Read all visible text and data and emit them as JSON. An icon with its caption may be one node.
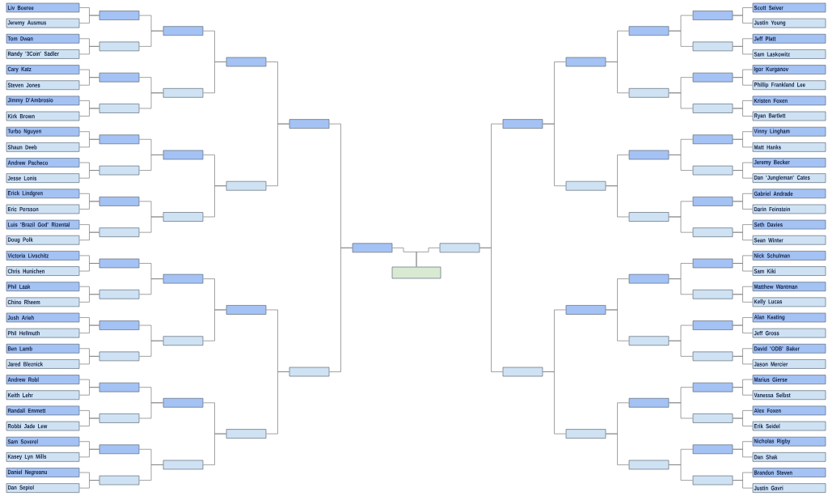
{
  "diagram": {
    "nodes": [
      {
        "text": [
          "Liv Boeree"
        ]
      },
      {
        "text": [
          "Jeremy Ausmus"
        ]
      },
      {
        "text": [
          "Tom Dwan"
        ]
      },
      {
        "text": [
          "Randy '3Coin' Sadler"
        ]
      },
      {
        "text": [
          "Cary Katz"
        ]
      },
      {
        "text": [
          "Steven Jones"
        ]
      },
      {
        "text": [
          "Jimmy D'Ambrosio"
        ]
      },
      {
        "text": [
          "Kirk Brown"
        ]
      },
      {
        "text": [
          "Turbo Nguyen"
        ]
      },
      {
        "text": [
          "Shaun Deeb"
        ]
      },
      {
        "text": [
          "Andrew Pacheco"
        ]
      },
      {
        "text": [
          "Jesse Lonis"
        ]
      },
      {
        "text": [
          "Erick Lindgren"
        ]
      },
      {
        "text": [
          "Eric Persson"
        ]
      },
      {
        "text": [
          "Luis 'Brazil God' Rizental"
        ]
      },
      {
        "text": [
          "Doug Polk"
        ]
      },
      {
        "text": [
          "Victoria Livschitz"
        ]
      },
      {
        "text": [
          "Chris Hunichen"
        ]
      },
      {
        "text": [
          "Phil Laak"
        ]
      },
      {
        "text": [
          "Chino Rheem"
        ]
      },
      {
        "text": [
          "Josh Arieh"
        ]
      },
      {
        "text": [
          "Phil Hellmuth"
        ]
      },
      {
        "text": [
          "Ben Lamb"
        ]
      },
      {
        "text": [
          "Jared Bleznick"
        ]
      },
      {
        "text": [
          "Andrew Robl"
        ]
      },
      {
        "text": [
          "Keith Lehr"
        ]
      },
      {
        "text": [
          "Randall Emmett"
        ]
      },
      {
        "text": [
          "Robbi Jade Lew"
        ]
      },
      {
        "text": [
          "Sam Soverel"
        ]
      },
      {
        "text": [
          "Kasey Lyn Mills"
        ]
      },
      {
        "text": [
          "Daniel Negreanu"
        ]
      },
      {
        "text": [
          "Dan Sepiol"
        ]
      },
      {
        "text": [],
        "shape": "box"
      },
      {
        "text": [],
        "shape": "box"
      },
      {
        "text": [],
        "shape": "box"
      },
      {
        "text": [],
        "shape": "box"
      },
      {
        "text": [],
        "shape": "box"
      },
      {
        "text": [],
        "shape": "box"
      },
      {
        "text": [],
        "shape": "box"
      },
      {
        "text": [],
        "shape": "box"
      },
      {
        "text": [],
        "shape": "box"
      },
      {
        "text": [],
        "shape": "box"
      },
      {
        "text": [],
        "shape": "box"
      },
      {
        "text": [],
        "shape": "box"
      },
      {
        "text": [],
        "shape": "box"
      },
      {
        "text": [],
        "shape": "box"
      },
      {
        "text": [],
        "shape": "box"
      },
      {
        "text": [],
        "shape": "box"
      },
      {
        "text": [],
        "shape": "box"
      },
      {
        "text": [],
        "shape": "box"
      },
      {
        "text": [],
        "shape": "box"
      },
      {
        "text": [],
        "shape": "box"
      },
      {
        "text": [],
        "shape": "box"
      },
      {
        "text": [],
        "shape": "box"
      },
      {
        "text": [],
        "shape": "box"
      },
      {
        "text": [],
        "shape": "box"
      },
      {
        "text": [],
        "shape": "box"
      },
      {
        "text": [],
        "shape": "box"
      },
      {
        "text": [],
        "shape": "box"
      },
      {
        "text": [],
        "shape": "box"
      },
      {
        "text": [],
        "shape": "box"
      },
      {
        "text": [],
        "shape": "box"
      },
      {
        "text": [],
        "shape": "box"
      },
      {
        "text": [
          "Scott Seiver"
        ]
      },
      {
        "text": [
          "Justin Young"
        ]
      },
      {
        "text": [
          "Jeff Platt"
        ]
      },
      {
        "text": [
          "Sam Laskowitz"
        ]
      },
      {
        "text": [
          "Igor Kurganov"
        ]
      },
      {
        "text": [
          "Phillip Frankland Lee"
        ]
      },
      {
        "text": [
          "Kristen Foxen"
        ]
      },
      {
        "text": [
          "Ryan Bartlett"
        ]
      },
      {
        "text": [
          "Vinny Lingham"
        ]
      },
      {
        "text": [
          "Matt Hanks"
        ]
      },
      {
        "text": [
          "Jeremy Becker"
        ]
      },
      {
        "text": [
          "Dan 'Jungleman' Cates"
        ]
      },
      {
        "text": [
          "Gabriel Andrade"
        ]
      },
      {
        "text": [
          "Darin Feinstein"
        ]
      },
      {
        "text": [
          "Seth Davies"
        ]
      },
      {
        "text": [
          "Sean Winter"
        ]
      },
      {
        "text": [
          "Nick Schulman"
        ]
      },
      {
        "text": [
          "Sam Kiki"
        ]
      },
      {
        "text": [
          "Matthew Wantman"
        ]
      },
      {
        "text": [
          "Kelly Lucas"
        ]
      },
      {
        "text": [
          "Alan Keating"
        ]
      },
      {
        "text": [
          "Jeff Gross"
        ]
      },
      {
        "text": [
          "David 'ODB' Baker"
        ]
      },
      {
        "text": [
          "Jason Mercier"
        ]
      },
      {
        "text": [
          "Marius Gierse"
        ]
      },
      {
        "text": [
          "Vanessa Selbst"
        ]
      },
      {
        "text": [
          "Alex Foxen"
        ]
      },
      {
        "text": [
          "Erik Seidel"
        ]
      },
      {
        "text": [
          "Nicholas Rigby"
        ]
      },
      {
        "text": [
          "Dan Shak"
        ]
      },
      {
        "text": [
          "Brandon Steven"
        ]
      },
      {
        "text": [
          "Justin Gavri"
        ]
      },
      {
        "text": [],
        "shape": "box"
      },
      {
        "text": [],
        "shape": "box"
      },
      {
        "text": [],
        "shape": "box"
      },
      {
        "text": [],
        "shape": "box"
      },
      {
        "text": [],
        "shape": "box"
      },
      {
        "text": [],
        "shape": "box"
      },
      {
        "text": [],
        "shape": "box"
      },
      {
        "text": [],
        "shape": "box"
      },
      {
        "text": [],
        "shape": "box"
      },
      {
        "text": [],
        "shape": "box"
      },
      {
        "text": [],
        "shape": "box"
      },
      {
        "text": [],
        "shape": "box"
      },
      {
        "text": [],
        "shape": "box"
      },
      {
        "text": [],
        "shape": "box"
      },
      {
        "text": [],
        "shape": "box"
      },
      {
        "text": [],
        "shape": "box"
      },
      {
        "text": [],
        "shape": "box"
      },
      {
        "text": [],
        "shape": "box"
      },
      {
        "text": [],
        "shape": "box"
      },
      {
        "text": [],
        "shape": "box"
      },
      {
        "text": [],
        "shape": "box"
      },
      {
        "text": [],
        "shape": "box"
      },
      {
        "text": [],
        "shape": "box"
      },
      {
        "text": [],
        "shape": "box"
      },
      {
        "text": [],
        "shape": "box"
      },
      {
        "text": [],
        "shape": "box"
      },
      {
        "text": [],
        "shape": "box"
      },
      {
        "text": [],
        "shape": "box"
      },
      {
        "text": [],
        "shape": "box"
      },
      {
        "text": [],
        "shape": "box"
      },
      {
        "text": [],
        "shape": "box"
      },
      {
        "text": [],
        "shape": "box"
      }
    ],
    "edges": [
      {
        "from": 0,
        "to": 32,
        "arrow": "none"
      },
      {
        "from": 1,
        "to": 32,
        "arrow": "none"
      },
      {
        "from": 2,
        "to": 33,
        "arrow": "none"
      },
      {
        "from": 3,
        "to": 33,
        "arrow": "none"
      },
      {
        "from": 4,
        "to": 34,
        "arrow": "none"
      },
      {
        "from": 5,
        "to": 34,
        "arrow": "none"
      },
      {
        "from": 6,
        "to": 35,
        "arrow": "none"
      },
      {
        "from": 7,
        "to": 35,
        "arrow": "none"
      },
      {
        "from": 8,
        "to": 36,
        "arrow": "none"
      },
      {
        "from": 9,
        "to": 36,
        "arrow": "none"
      },
      {
        "from": 10,
        "to": 37,
        "arrow": "none"
      },
      {
        "from": 11,
        "to": 37,
        "arrow": "none"
      },
      {
        "from": 12,
        "to": 38,
        "arrow": "none"
      },
      {
        "from": 13,
        "to": 38,
        "arrow": "none"
      },
      {
        "from": 14,
        "to": 39,
        "arrow": "none"
      },
      {
        "from": 15,
        "to": 39,
        "arrow": "none"
      },
      {
        "from": 16,
        "to": 40,
        "arrow": "none"
      },
      {
        "from": 17,
        "to": 40,
        "arrow": "none"
      },
      {
        "from": 18,
        "to": 41,
        "arrow": "none"
      },
      {
        "from": 19,
        "to": 41,
        "arrow": "none"
      },
      {
        "from": 20,
        "to": 42,
        "arrow": "none"
      },
      {
        "from": 21,
        "to": 42,
        "arrow": "none"
      },
      {
        "from": 22,
        "to": 43,
        "arrow": "none"
      },
      {
        "from": 23,
        "to": 43,
        "arrow": "none"
      },
      {
        "from": 24,
        "to": 44,
        "arrow": "none"
      },
      {
        "from": 25,
        "to": 44,
        "arrow": "none"
      },
      {
        "from": 26,
        "to": 45,
        "arrow": "none"
      },
      {
        "from": 27,
        "to": 45,
        "arrow": "none"
      },
      {
        "from": 28,
        "to": 46,
        "arrow": "none"
      },
      {
        "from": 29,
        "to": 46,
        "arrow": "none"
      },
      {
        "from": 30,
        "to": 47,
        "arrow": "none"
      },
      {
        "from": 31,
        "to": 47,
        "arrow": "none"
      },
      {
        "from": 32,
        "to": 48,
        "arrow": "none"
      },
      {
        "from": 33,
        "to": 48,
        "arrow": "none"
      },
      {
        "from": 34,
        "to": 49,
        "arrow": "none"
      },
      {
        "from": 35,
        "to": 49,
        "arrow": "none"
      },
      {
        "from": 36,
        "to": 50,
        "arrow": "none"
      },
      {
        "from": 37,
        "to": 50,
        "arrow": "none"
      },
      {
        "from": 38,
        "to": 51,
        "arrow": "none"
      },
      {
        "from": 39,
        "to": 51,
        "arrow": "none"
      },
      {
        "from": 40,
        "to": 52,
        "arrow": "none"
      },
      {
        "from": 41,
        "to": 52,
        "arrow": "none"
      },
      {
        "from": 42,
        "to": 53,
        "arrow": "none"
      },
      {
        "from": 43,
        "to": 53,
        "arrow": "none"
      },
      {
        "from": 44,
        "to": 54,
        "arrow": "none"
      },
      {
        "from": 45,
        "to": 54,
        "arrow": "none"
      },
      {
        "from": 46,
        "to": 55,
        "arrow": "none"
      },
      {
        "from": 47,
        "to": 55,
        "arrow": "none"
      },
      {
        "from": 48,
        "to": 56,
        "arrow": "none"
      },
      {
        "from": 49,
        "to": 56,
        "arrow": "none"
      },
      {
        "from": 50,
        "to": 57,
        "arrow": "none"
      },
      {
        "from": 51,
        "to": 57,
        "arrow": "none"
      },
      {
        "from": 52,
        "to": 58,
        "arrow": "none"
      },
      {
        "from": 53,
        "to": 58,
        "arrow": "none"
      },
      {
        "from": 54,
        "to": 59,
        "arrow": "none"
      },
      {
        "from": 55,
        "to": 59,
        "arrow": "none"
      },
      {
        "from": 56,
        "to": 60,
        "arrow": "none"
      },
      {
        "from": 57,
        "to": 60,
        "arrow": "none"
      },
      {
        "from": 58,
        "to": 61,
        "arrow": "none"
      },
      {
        "from": 59,
        "to": 61,
        "arrow": "none"
      },
      {
        "from": 60,
        "to": 62,
        "arrow": "none"
      },
      {
        "from": 61,
        "to": 62,
        "arrow": "none"
      },
      {
        "from": 63,
        "to": 95,
        "arrow": "none"
      },
      {
        "from": 64,
        "to": 95,
        "arrow": "none"
      },
      {
        "from": 65,
        "to": 96,
        "arrow": "none"
      },
      {
        "from": 66,
        "to": 96,
        "arrow": "none"
      },
      {
        "from": 67,
        "to": 97,
        "arrow": "none"
      },
      {
        "from": 68,
        "to": 97,
        "arrow": "none"
      },
      {
        "from": 69,
        "to": 98,
        "arrow": "none"
      },
      {
        "from": 70,
        "to": 98,
        "arrow": "none"
      },
      {
        "from": 71,
        "to": 99,
        "arrow": "none"
      },
      {
        "from": 72,
        "to": 99,
        "arrow": "none"
      },
      {
        "from": 73,
        "to": 100,
        "arrow": "none"
      },
      {
        "from": 74,
        "to": 100,
        "arrow": "none"
      },
      {
        "from": 75,
        "to": 101,
        "arrow": "none"
      },
      {
        "from": 76,
        "to": 101,
        "arrow": "none"
      },
      {
        "from": 77,
        "to": 102,
        "arrow": "none"
      },
      {
        "from": 78,
        "to": 102,
        "arrow": "none"
      },
      {
        "from": 79,
        "to": 103,
        "arrow": "none"
      },
      {
        "from": 80,
        "to": 103,
        "arrow": "none"
      },
      {
        "from": 81,
        "to": 104,
        "arrow": "none"
      },
      {
        "from": 82,
        "to": 104,
        "arrow": "none"
      },
      {
        "from": 83,
        "to": 105,
        "arrow": "none"
      },
      {
        "from": 84,
        "to": 105,
        "arrow": "none"
      },
      {
        "from": 85,
        "to": 106,
        "arrow": "none"
      },
      {
        "from": 86,
        "to": 106,
        "arrow": "none"
      },
      {
        "from": 87,
        "to": 107,
        "arrow": "none"
      },
      {
        "from": 88,
        "to": 107,
        "arrow": "none"
      },
      {
        "from": 89,
        "to": 108,
        "arrow": "none"
      },
      {
        "from": 90,
        "to": 108,
        "arrow": "none"
      },
      {
        "from": 91,
        "to": 109,
        "arrow": "none"
      },
      {
        "from": 92,
        "to": 109,
        "arrow": "none"
      },
      {
        "from": 93,
        "to": 110,
        "arrow": "none"
      },
      {
        "from": 94,
        "to": 110,
        "arrow": "none"
      },
      {
        "from": 95,
        "to": 111,
        "arrow": "none"
      },
      {
        "from": 96,
        "to": 111,
        "arrow": "none"
      },
      {
        "from": 97,
        "to": 112,
        "arrow": "none"
      },
      {
        "from": 98,
        "to": 112,
        "arrow": "none"
      },
      {
        "from": 99,
        "to": 113,
        "arrow": "none"
      },
      {
        "from": 100,
        "to": 113,
        "arrow": "none"
      },
      {
        "from": 101,
        "to": 114,
        "arrow": "none"
      },
      {
        "from": 102,
        "to": 114,
        "arrow": "none"
      },
      {
        "from": 103,
        "to": 115,
        "arrow": "none"
      },
      {
        "from": 104,
        "to": 115,
        "arrow": "none"
      },
      {
        "from": 105,
        "to": 116,
        "arrow": "none"
      },
      {
        "from": 106,
        "to": 116,
        "arrow": "none"
      },
      {
        "from": 107,
        "to": 117,
        "arrow": "none"
      },
      {
        "from": 108,
        "to": 117,
        "arrow": "none"
      },
      {
        "from": 109,
        "to": 118,
        "arrow": "none"
      },
      {
        "from": 110,
        "to": 118,
        "arrow": "none"
      },
      {
        "from": 111,
        "to": 119,
        "arrow": "none"
      },
      {
        "from": 112,
        "to": 119,
        "arrow": "none"
      },
      {
        "from": 113,
        "to": 120,
        "arrow": "none"
      },
      {
        "from": 114,
        "to": 120,
        "arrow": "none"
      },
      {
        "from": 115,
        "to": 121,
        "arrow": "none"
      },
      {
        "from": 116,
        "to": 121,
        "arrow": "none"
      },
      {
        "from": 117,
        "to": 122,
        "arrow": "none"
      },
      {
        "from": 118,
        "to": 122,
        "arrow": "none"
      },
      {
        "from": 119,
        "to": 123,
        "arrow": "none"
      },
      {
        "from": 120,
        "to": 123,
        "arrow": "none"
      },
      {
        "from": 121,
        "to": 124,
        "arrow": "none"
      },
      {
        "from": 122,
        "to": 124,
        "arrow": "none"
      },
      {
        "from": 123,
        "to": 125,
        "arrow": "none"
      },
      {
        "from": 124,
        "to": 125,
        "arrow": "none"
      },
      {
        "from": 62,
        "to": 126,
        "arrow": "none"
      },
      {
        "from": 125,
        "to": 126,
        "arrow": "none"
      }
    ]
  }
}
